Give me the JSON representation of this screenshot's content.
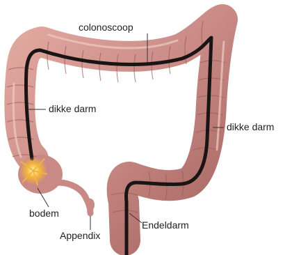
{
  "labels": {
    "colonoscope": "colonoscoop",
    "colon_left": "dikke darm",
    "colon_right": "dikke darm",
    "cecum": "bodem",
    "appendix": "Appendix",
    "rectum": "Endeldarm"
  },
  "colors": {
    "background": "#ffffff",
    "colon_body": "#c98a86",
    "colon_shadow": "#9a5a57",
    "colon_highlight": "#eecdc3",
    "scope": "#1a1414",
    "scope_tip_glow": "#f2b43a",
    "leader": "#333333"
  }
}
